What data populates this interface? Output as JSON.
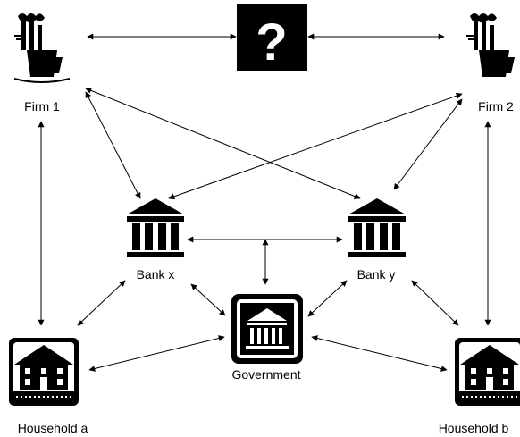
{
  "nodes": {
    "firm1": {
      "label": "Firm 1",
      "icon": "factory-icon"
    },
    "firm2": {
      "label": "Firm 2",
      "icon": "factory-icon"
    },
    "unknown": {
      "label": "?",
      "icon": "question-mark-icon"
    },
    "bankx": {
      "label": "Bank x",
      "icon": "bank-icon"
    },
    "banky": {
      "label": "Bank y",
      "icon": "bank-icon"
    },
    "government": {
      "label": "Government",
      "icon": "government-building-icon"
    },
    "householda": {
      "label": "Household a",
      "icon": "house-icon"
    },
    "householdb": {
      "label": "Household b",
      "icon": "house-icon"
    }
  },
  "edges": [
    [
      "firm1",
      "unknown"
    ],
    [
      "unknown",
      "firm2"
    ],
    [
      "firm1",
      "bankx"
    ],
    [
      "firm1",
      "banky"
    ],
    [
      "firm2",
      "bankx"
    ],
    [
      "firm2",
      "banky"
    ],
    [
      "firm1",
      "householda"
    ],
    [
      "firm2",
      "householdb"
    ],
    [
      "bankx",
      "banky"
    ],
    [
      "bankx",
      "government"
    ],
    [
      "banky",
      "government"
    ],
    [
      "bankx",
      "householda"
    ],
    [
      "banky",
      "householdb"
    ],
    [
      "government",
      "householda"
    ],
    [
      "government",
      "householdb"
    ]
  ],
  "colors": {
    "ink": "#000000",
    "background": "#ffffff"
  }
}
